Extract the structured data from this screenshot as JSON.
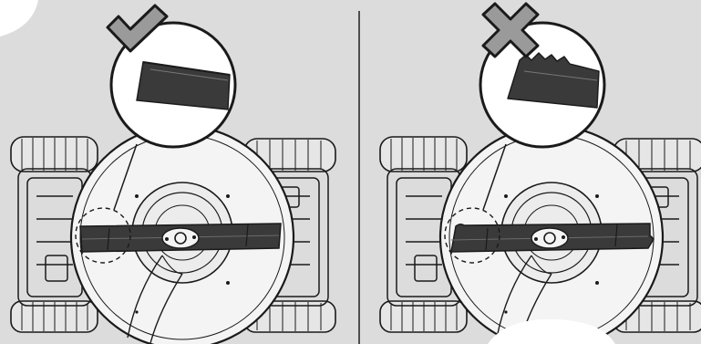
{
  "figure": {
    "panels": [
      {
        "verdict": "correct",
        "blade_condition": "sharp",
        "badge_icon": "checkmark-icon"
      },
      {
        "verdict": "incorrect",
        "blade_condition": "damaged",
        "badge_icon": "cross-icon"
      }
    ],
    "colors": {
      "background": "#dcdcdc",
      "line": "#1a1a1a",
      "blade": "#3a3a3a",
      "deck_fill": "#f4f4f4",
      "badge_fill": "#9a9a9a"
    }
  }
}
